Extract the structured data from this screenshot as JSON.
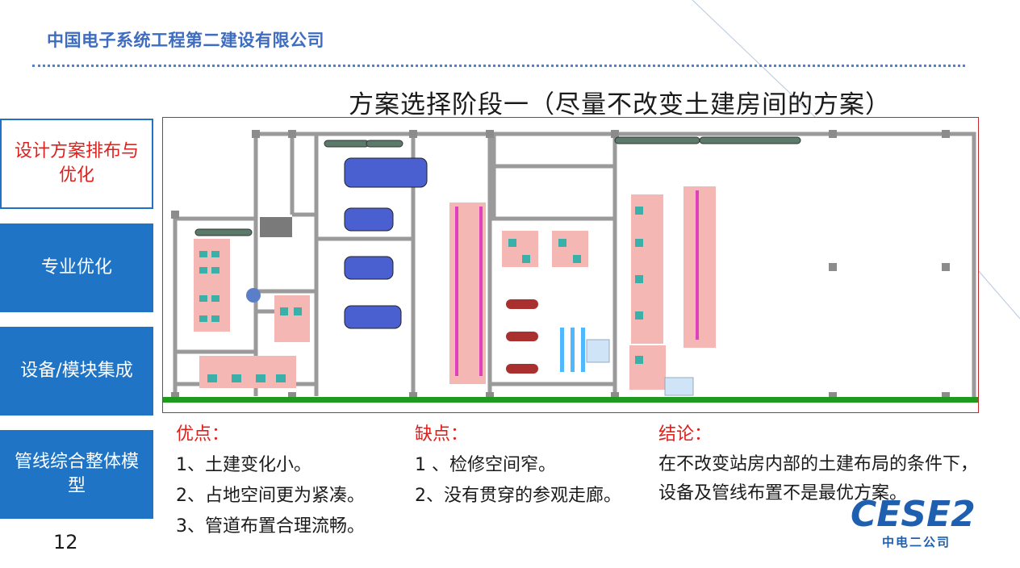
{
  "header": {
    "company": "中国电子系统工程第二建设有限公司",
    "slide_title": "方案选择阶段一（尽量不改变土建房间的方案）"
  },
  "sidebar": {
    "items": [
      {
        "label": "设计方案排布与优化",
        "active": true
      },
      {
        "label": "专业优化",
        "active": false
      },
      {
        "label": "设备/模块集成",
        "active": false
      },
      {
        "label": "管线综合整体模型",
        "active": false
      }
    ]
  },
  "page_number": "12",
  "content": {
    "pros": {
      "title": "优点：",
      "items": [
        "1、土建变化小。",
        "2、占地空间更为紧凑。",
        "3、管道布置合理流畅。"
      ]
    },
    "cons": {
      "title": "缺点：",
      "items": [
        "1 、检修空间窄。",
        "2、没有贯穿的参观走廊。"
      ]
    },
    "conclusion": {
      "title": "结论：",
      "text": "在不改变站房内部的土建布局的条件下，设备及管线布置不是最优方案。"
    }
  },
  "logo": {
    "brand": "CESE2",
    "subtitle": "中电二公司"
  },
  "colors": {
    "accent_blue": "#1f74c6",
    "company_blue": "#3d6cc0",
    "highlight_red": "#e0201c",
    "plan_border": "#c4262e",
    "ground_green": "#1e9a1e"
  }
}
